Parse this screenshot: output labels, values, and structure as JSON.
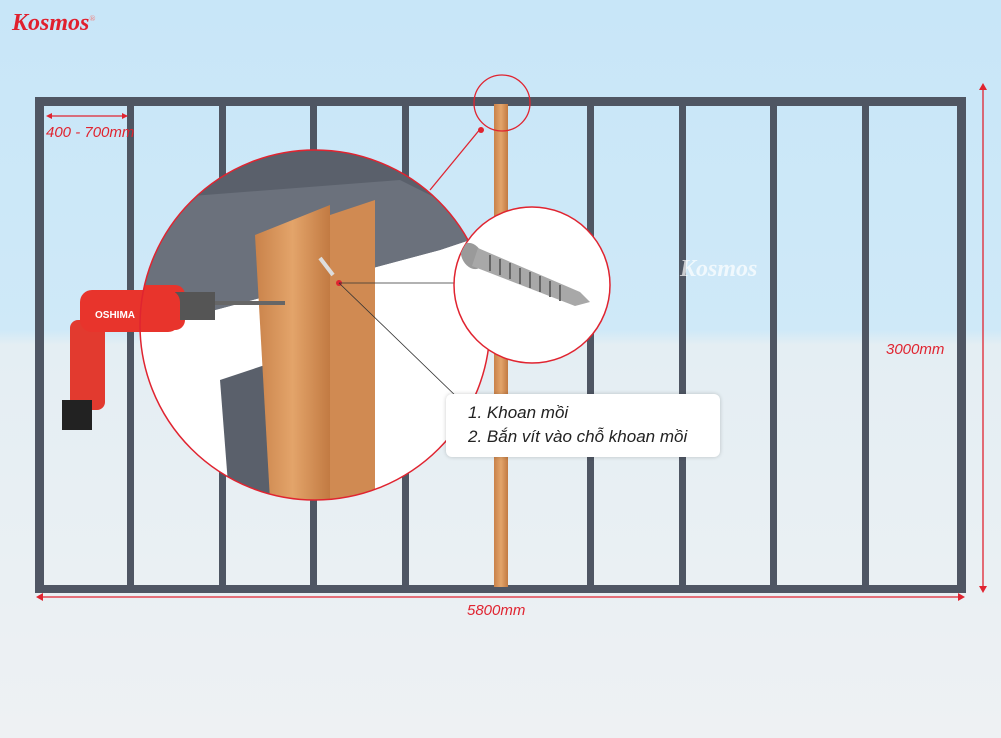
{
  "brand": {
    "logo": "Kosmos",
    "watermark": "Kosmos"
  },
  "dimensions": {
    "spacing": "400 - 700mm",
    "height": "3000mm",
    "width": "5800mm"
  },
  "steps": [
    "1. Khoan mồi",
    "2. Bắn vít vào chỗ khoan mồi"
  ],
  "colors": {
    "accent": "#e02430",
    "frame": "#4f5663",
    "wood": "#d9945a"
  }
}
